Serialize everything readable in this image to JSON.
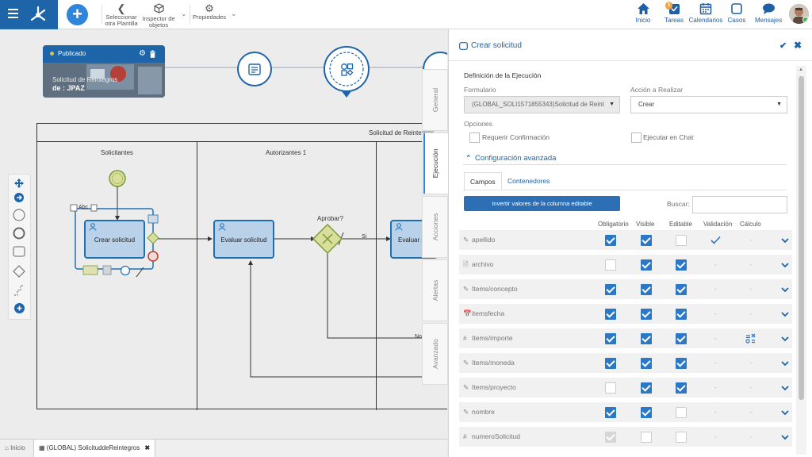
{
  "toolbar": {
    "select_other_template": [
      "Seleccionar",
      "otra Plantilla"
    ],
    "object_inspector": [
      "Inspector de",
      "objetos"
    ],
    "properties": "Propiedades"
  },
  "nav": {
    "inicio": "Inicio",
    "tareas": "Tareas",
    "tareas_badge": "5",
    "calendarios": "Calendarios",
    "casos": "Casos",
    "mensajes": "Mensajes"
  },
  "card": {
    "status": "Publicado",
    "line1": "Solicitud de Reintegros",
    "line2": "de : JPAZ"
  },
  "diagram": {
    "pool_title": "Solicitud de Reintegros",
    "lanes": [
      "Solicitantes",
      "Autorizantes 1"
    ],
    "task_crear": "Crear solicitud",
    "task_evaluar": "Evaluar solicitud",
    "task_evaluar2": "Evaluar s",
    "gateway_label": "Aprobar?",
    "si": "Si",
    "no": "No",
    "abc": "Abc"
  },
  "vtabs": [
    "General",
    "Ejecución",
    "Acciones",
    "Alertas",
    "Avanzado"
  ],
  "bottom": {
    "home": "Inicio",
    "tab": "(GLOBAL) SolicituddeReintegros"
  },
  "panel": {
    "title": "Crear solicitud",
    "section": "Definición de la Ejecución",
    "form_label": "Formulario",
    "form_value": "(GLOBAL_SOLI1571855343)Solicitud de Reint",
    "action_label": "Acción a Realizar",
    "action_value": "Crear",
    "options_label": "Opciones",
    "opt_confirm": "Requerir Confirmación",
    "opt_chat": "Ejecutar en Chat",
    "advanced": "Configuración avanzada",
    "tab_fields": "Campos",
    "tab_containers": "Contenedores",
    "invert_btn": "Invertir valores de la columna editable",
    "search_label": "Buscar:",
    "columns": [
      "Obligatorio",
      "Visible",
      "Editable",
      "Validación",
      "Cálculo"
    ],
    "dash": "-",
    "rows": [
      {
        "name": "apellido",
        "icon": "edit-icon",
        "obl": "on",
        "vis": "on",
        "edi": "off",
        "val": "check",
        "calc": "-"
      },
      {
        "name": "archivo",
        "icon": "file-icon",
        "obl": "off",
        "vis": "on",
        "edi": "on",
        "val": "-",
        "calc": "-"
      },
      {
        "name": "Items/concepto",
        "icon": "edit-icon",
        "obl": "on",
        "vis": "on",
        "edi": "on",
        "val": "-",
        "calc": "-"
      },
      {
        "name": "itemsfecha",
        "icon": "calendar-icon",
        "obl": "on",
        "vis": "on",
        "edi": "on",
        "val": "-",
        "calc": "-"
      },
      {
        "name": "Items/importe",
        "icon": "hash-icon",
        "obl": "on",
        "vis": "on",
        "edi": "on",
        "val": "-",
        "calc": "formula"
      },
      {
        "name": "Items/moneda",
        "icon": "edit-icon",
        "obl": "on",
        "vis": "on",
        "edi": "on",
        "val": "-",
        "calc": "-"
      },
      {
        "name": "Items/proyecto",
        "icon": "edit-icon",
        "obl": "off",
        "vis": "on",
        "edi": "on",
        "val": "-",
        "calc": "-"
      },
      {
        "name": "nombre",
        "icon": "edit-icon",
        "obl": "on",
        "vis": "on",
        "edi": "off",
        "val": "-",
        "calc": "-"
      },
      {
        "name": "numeroSolicitud",
        "icon": "hash-icon",
        "obl": "dis",
        "vis": "off",
        "edi": "off",
        "val": "-",
        "calc": "-"
      }
    ]
  },
  "colors": {
    "primary": "#1e64a8",
    "checkbox": "#2a78c6",
    "task_fill": "#b9d2ea",
    "gateway": "#d9df9a"
  }
}
